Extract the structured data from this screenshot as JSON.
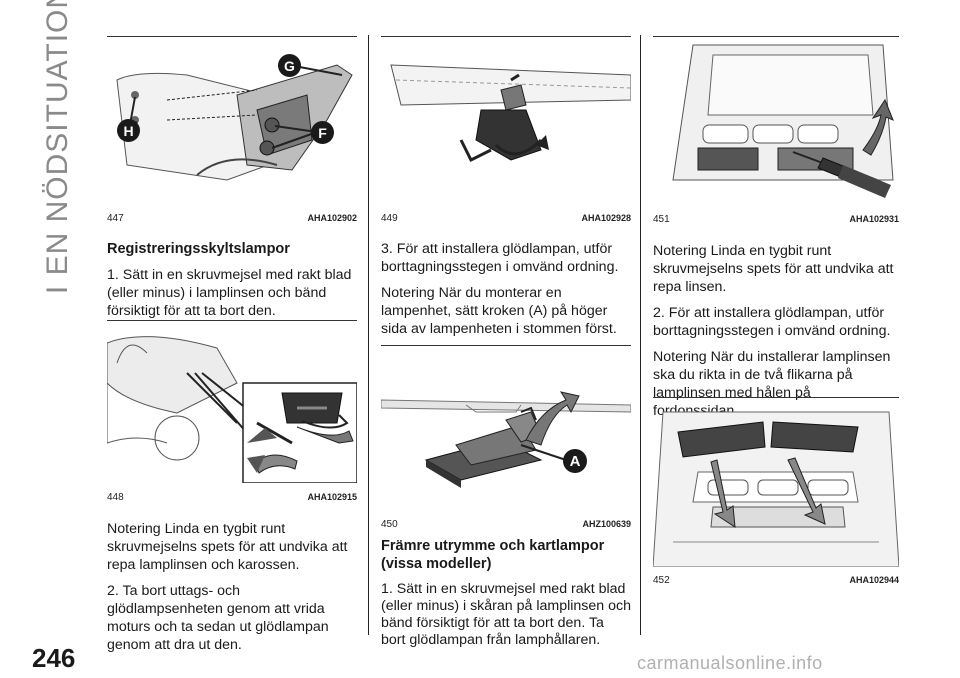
{
  "section_title": "I EN NÖDSITUATION",
  "page_number": "246",
  "watermark": "carmanualsonline.info",
  "figures": {
    "f447": {
      "num": "447",
      "code": "AHA102902",
      "callouts": [
        "G",
        "H",
        "F"
      ]
    },
    "f448": {
      "num": "448",
      "code": "AHA102915"
    },
    "f449": {
      "num": "449",
      "code": "AHA102928"
    },
    "f450": {
      "num": "450",
      "code": "AHZ100639",
      "callouts": [
        "A"
      ]
    },
    "f451": {
      "num": "451",
      "code": "AHA102931"
    },
    "f452": {
      "num": "452",
      "code": "AHA102944"
    }
  },
  "col1": {
    "heading": "Registreringsskyltslampor",
    "p1": "1. Sätt in en skruvmejsel med rakt blad (eller minus) i lamplinsen och bänd försiktigt för att ta bort den.",
    "p2": "Notering  Linda en tygbit runt skruvmejselns spets för att undvika att repa lamplinsen och karossen.",
    "p3": "2. Ta bort uttags- och glödlampsenheten genom att vrida moturs och ta sedan ut glödlampan genom att dra ut den."
  },
  "col2": {
    "p1": "3. För att installera glödlampan, utför borttagningsstegen i omvänd ordning.",
    "p2": "Notering  När du monterar en lampenhet, sätt kroken (A) på höger sida av lampenheten i stommen först.",
    "heading": "Främre utrymme och kartlampor (vissa modeller)",
    "p3": "1. Sätt in en skruvmejsel med rakt blad (eller minus) i skåran på lamplinsen och bänd försiktigt för att ta bort den. Ta bort glödlampan från lamphållaren."
  },
  "col3": {
    "p1": "Notering  Linda en tygbit runt skruvmejselns spets för att undvika att repa linsen.",
    "p2": "2. För att installera glödlampan, utför borttagningsstegen i omvänd ordning.",
    "p3": "Notering  När du installerar lamplinsen ska du rikta in de två flikarna på lamplinsen med hålen på fordonssidan."
  }
}
